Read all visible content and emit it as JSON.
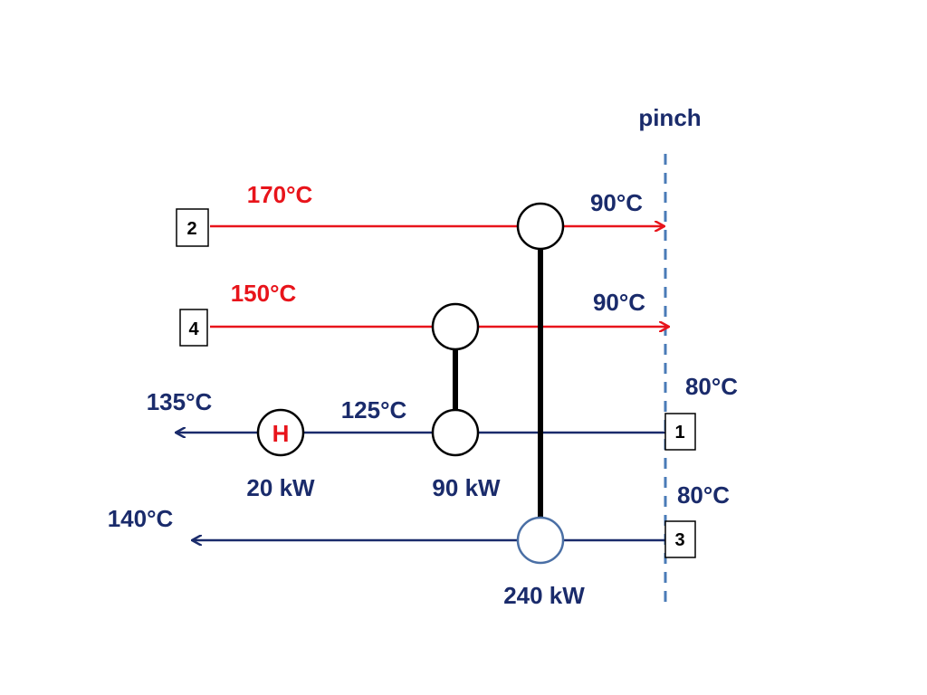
{
  "colors": {
    "hot": "#e8141b",
    "cold": "#1a2b6b",
    "pinch": "#4a7bb7",
    "heater_label": "#e8141b"
  },
  "pinch_label": "pinch",
  "streams": {
    "s2": {
      "id": "2",
      "inlet_temp": "170°C",
      "outlet_temp": "90°C"
    },
    "s4": {
      "id": "4",
      "inlet_temp": "150°C",
      "outlet_temp": "90°C"
    },
    "s1": {
      "id": "1",
      "inlet_temp": "80°C",
      "outlet_temp": "135°C",
      "intermediate_temp": "125°C"
    },
    "s3": {
      "id": "3",
      "inlet_temp": "80°C",
      "outlet_temp": "140°C"
    }
  },
  "heater": {
    "symbol": "H",
    "duty": "20 kW"
  },
  "exchangers": {
    "e90": {
      "duty": "90 kW"
    },
    "e240": {
      "duty": "240 kW"
    }
  }
}
